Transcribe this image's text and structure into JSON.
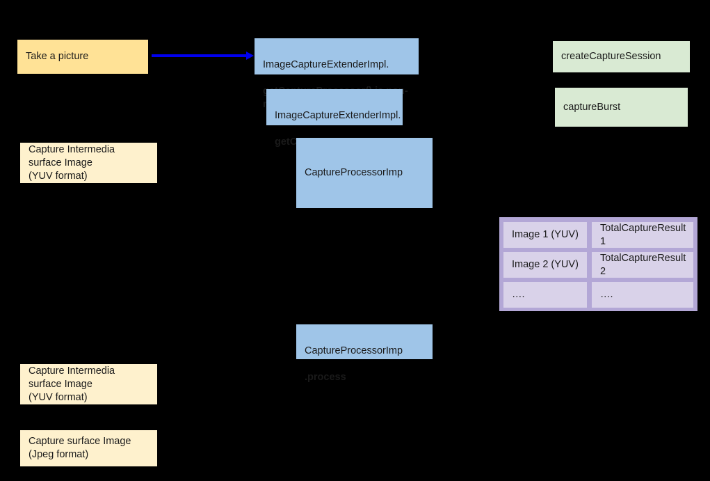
{
  "diagram": {
    "background_color": "#000000",
    "palette": {
      "yellow_strong": "#ffe296",
      "yellow_soft": "#fef1cd",
      "blue": "#9fc5e8",
      "green": "#d9ead3",
      "purple_outer": "#b3a7d6",
      "purple_cell": "#d9d2e9",
      "arrow": "#0000ee",
      "text": "#1a1a1a"
    },
    "nodes": {
      "take_picture": "Take a picture",
      "capture_intermedia_yuv_top": "Capture Intermedia\nsurface Image\n(YUV format)",
      "capture_intermedia_yuv_bottom": "Capture Intermedia\nsurface Image\n(YUV format)",
      "capture_surface_jpeg": "Capture surface Image\n(Jpeg format)",
      "get_capture_processor_line1": "ImageCaptureExtenderImpl.",
      "get_capture_processor_line2": "getCaptureProcessor() is non-null",
      "get_capture_stages_line1": "ImageCaptureExtenderImpl.",
      "get_capture_stages_line2": "getCaptureStages",
      "capture_processor_imp": "CaptureProcessorImp",
      "capture_processor_process_line1": "CaptureProcessorImp",
      "capture_processor_process_line2": ".process",
      "create_capture_session": "createCaptureSession",
      "capture_burst": "captureBurst"
    },
    "result_table": {
      "images_column": [
        "Image 1 (YUV)",
        "Image 2 (YUV)",
        "…."
      ],
      "results_column": [
        "TotalCaptureResult 1",
        "TotalCaptureResult 2",
        "…."
      ]
    },
    "edges": [
      {
        "name": "take-picture-to-get-capture-processor",
        "from": "take_picture",
        "to": "get_capture_processor",
        "color": "#0000ee",
        "style": "solid-arrow"
      }
    ]
  }
}
